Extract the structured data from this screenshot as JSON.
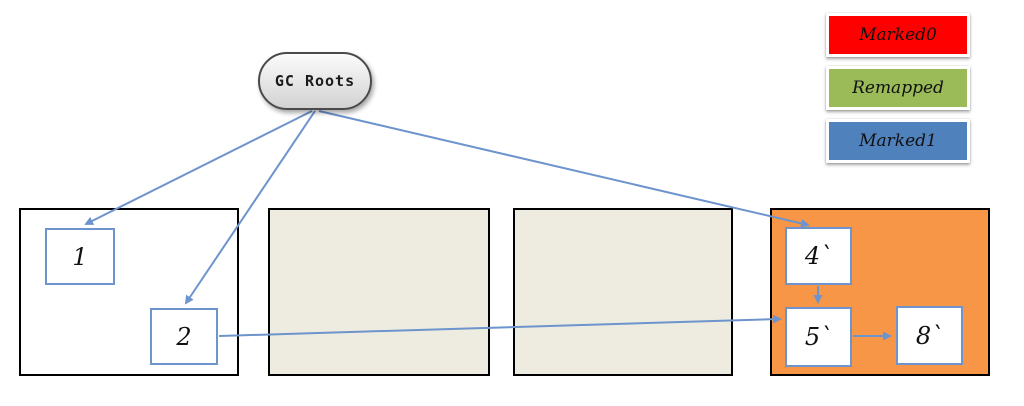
{
  "gc_roots": {
    "label": "GC Roots"
  },
  "legend": {
    "items": [
      {
        "id": "marked0",
        "label": "Marked0",
        "color": "#fe0000"
      },
      {
        "id": "remapped",
        "label": "Remapped",
        "color": "#9bbb59"
      },
      {
        "id": "marked1",
        "label": "Marked1",
        "color": "#4f81bd"
      }
    ]
  },
  "heap": {
    "regions": [
      {
        "name": "region-1",
        "fill": "#ffffff",
        "objects": [
          {
            "label": "1"
          },
          {
            "label": "2"
          }
        ]
      },
      {
        "name": "region-2",
        "fill": "#eeece1",
        "objects": []
      },
      {
        "name": "region-3",
        "fill": "#eeece1",
        "objects": []
      },
      {
        "name": "region-4",
        "fill": "#f79646",
        "objects": [
          {
            "label": "4`"
          },
          {
            "label": "5`"
          },
          {
            "label": "8`"
          }
        ]
      }
    ]
  },
  "edges": [
    {
      "from": "gc-roots",
      "to": "object-1"
    },
    {
      "from": "gc-roots",
      "to": "object-2"
    },
    {
      "from": "gc-roots",
      "to": "object-4"
    },
    {
      "from": "object-2",
      "to": "object-5"
    },
    {
      "from": "object-4",
      "to": "object-5"
    },
    {
      "from": "object-5",
      "to": "object-8"
    }
  ],
  "colors": {
    "arrow": "#6d94cc",
    "object_border": "#6d94cc",
    "region_border": "#000000"
  }
}
